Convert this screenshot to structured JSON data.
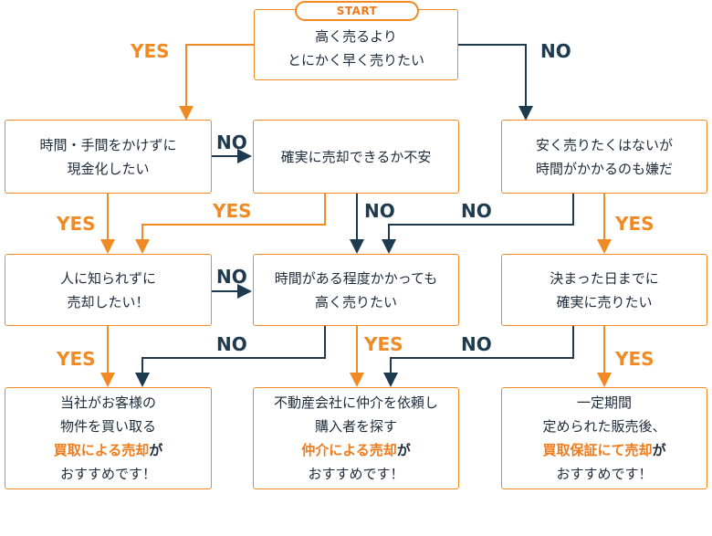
{
  "colors": {
    "orange": "#f08a24",
    "navy": "#1d3a4f"
  },
  "start": "START",
  "nodes": {
    "q1": [
      "高く売るより",
      "とにかく早く売りたい"
    ],
    "q2": [
      "時間・手間をかけずに",
      "現金化したい"
    ],
    "q3": [
      "確実に売却できるか不安"
    ],
    "q4": [
      "安く売りたくはないが",
      "時間がかかるのも嫌だ"
    ],
    "q5": [
      "人に知られずに",
      "売却したい！"
    ],
    "q6": [
      "時間がある程度かかっても",
      "高く売りたい"
    ],
    "q7": [
      "決まった日までに",
      "確実に売りたい"
    ]
  },
  "results": {
    "r1": {
      "l1": "当社がお客様の",
      "l2": "物件を買い取る",
      "accent": "買取による売却",
      "suffix": "が",
      "l4": "おすすめです！"
    },
    "r2": {
      "l1": "不動産会社に仲介を依頼し",
      "l2": "購入者を探す",
      "accent": "仲介による売却",
      "suffix": "が",
      "l4": "おすすめです！"
    },
    "r3": {
      "l1": "一定期間",
      "l2": "定められた販売後、",
      "accent": "買取保証にて売却",
      "suffix": "が",
      "l4": "おすすめです！"
    }
  },
  "labels": {
    "yes": "YES",
    "no": "NO"
  }
}
